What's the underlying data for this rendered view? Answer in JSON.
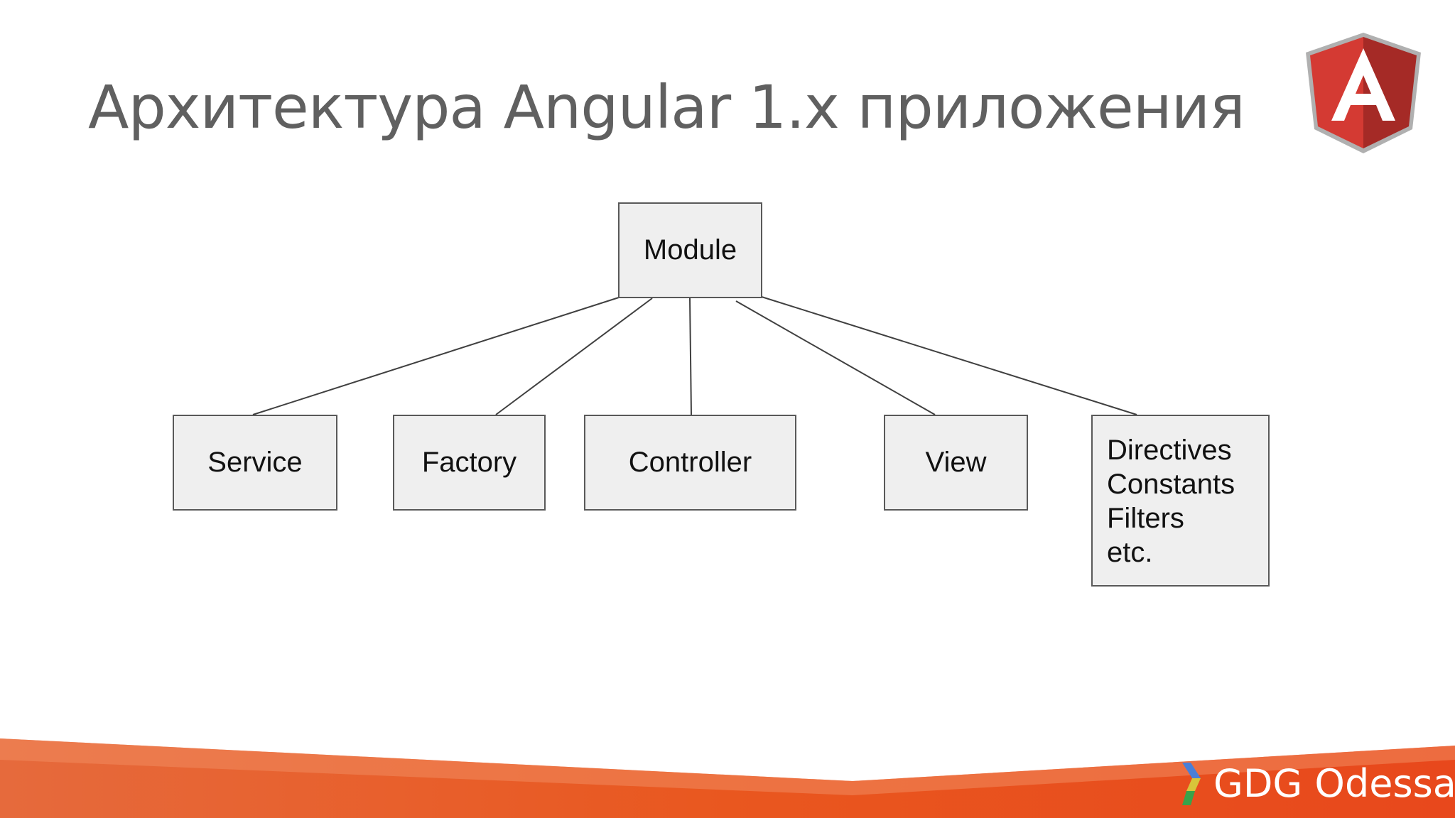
{
  "slide": {
    "title": "Архитектура Angular 1.x приложения",
    "logo_icon": "angular-logo",
    "logo_letter": "A"
  },
  "diagram": {
    "root": {
      "id": "module",
      "label": "Module"
    },
    "children": [
      {
        "id": "service",
        "label": "Service"
      },
      {
        "id": "factory",
        "label": "Factory"
      },
      {
        "id": "controller",
        "label": "Controller"
      },
      {
        "id": "view",
        "label": "View"
      },
      {
        "id": "other",
        "lines": [
          "Directives",
          "Constants",
          "Filters",
          "etc."
        ]
      }
    ],
    "edges": [
      [
        "module",
        "service"
      ],
      [
        "module",
        "factory"
      ],
      [
        "module",
        "controller"
      ],
      [
        "module",
        "view"
      ],
      [
        "module",
        "other"
      ]
    ]
  },
  "footer": {
    "brand": "GDG Odessa",
    "brand_icon": "gdg-chevron-icon"
  },
  "colors": {
    "title": "#606060",
    "node_fill": "#efefef",
    "node_border": "#595959",
    "footer_orange": "#e8481c",
    "angular_red": "#c3352e"
  }
}
